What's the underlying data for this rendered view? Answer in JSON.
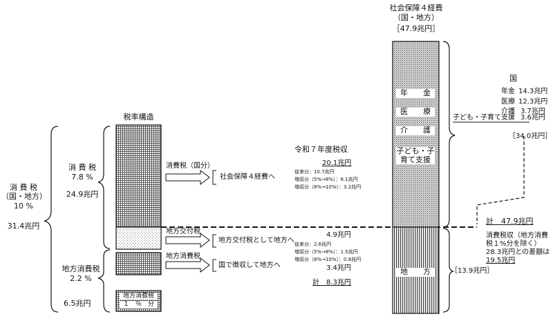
{
  "left": {
    "total_name": "消 費 税",
    "total_sub": "（国・地方）",
    "total_rate": "10 %",
    "total_amount": "31.4兆円",
    "national_name": "消 費 税",
    "national_rate": "7.8 %",
    "national_amount": "24.9兆円",
    "local_name": "地方消費税",
    "local_rate": "2.2 %",
    "local_amount": "6.5兆円"
  },
  "tax_structure": {
    "title": "税率構造",
    "small_box_line1": "地方消費税",
    "small_box_line2": "１　％　分"
  },
  "flows": {
    "consumption_national": "消費税（国分）",
    "consumption_dest": "社会保障４経費へ",
    "grant_tax": "地方交付税",
    "grant_dest": "地方交付税として地方へ",
    "local_tax": "地方消費税",
    "local_dest": "国で徴収して地方へ"
  },
  "revenue": {
    "title": "令和７年度税収",
    "social_total": "20.1兆円",
    "social_breakdown": [
      "従来分：10.7兆円",
      "増収分（5%→8%）：6.1兆円",
      "増収分（8%→10%）：3.2兆円"
    ],
    "grant_total": "4.9兆円",
    "grant_breakdown": [
      "従来分：2.6兆円",
      "増収分（5%→8%）：1.5兆円",
      "増収分（8%→10%）：0.8兆円"
    ],
    "local_amount": "3.4兆円",
    "sum_label": "計　8.3兆円"
  },
  "social_security": {
    "title_line1": "社会保障４経費",
    "title_line2": "（国・地方）",
    "title_amount": "［47.9兆円］",
    "items": [
      "年　　金",
      "医　　療",
      "介　　護",
      "子ども・子",
      "育て支援"
    ],
    "local_label": "地　　方",
    "local_amount": "［13.9兆円］"
  },
  "national": {
    "heading": "国",
    "rows": [
      {
        "label": "年金",
        "value": "14.3兆円"
      },
      {
        "label": "医療",
        "value": "12.3兆円"
      },
      {
        "label": "介護",
        "value": "3.7兆円"
      },
      {
        "label": "子ども・子育て支援",
        "value": "3.6兆円"
      }
    ],
    "total": "［34.0兆円］"
  },
  "summary": {
    "total": "計　47.9兆円",
    "note_line1": "消費税収（地方消費",
    "note_line2": "税１%分を除く）",
    "note_line3": "28.3兆円との差額は",
    "note_line4": "19.5兆円"
  }
}
